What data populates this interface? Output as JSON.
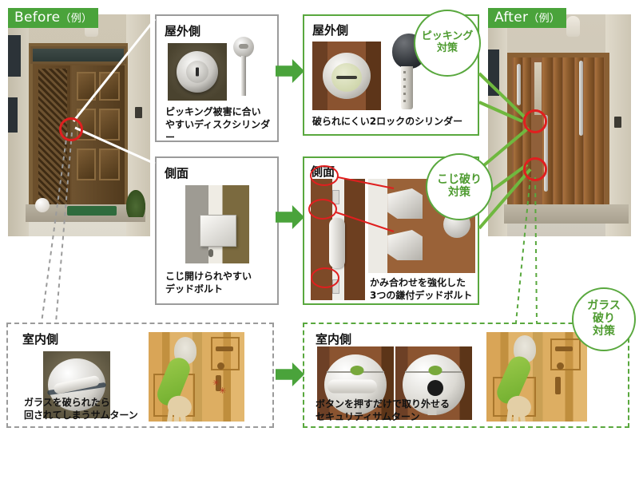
{
  "photos": {
    "before": {
      "label": "Before",
      "label_suffix": "（例）"
    },
    "after": {
      "label": "After",
      "label_suffix": "（例）"
    }
  },
  "before_cards": [
    {
      "id": "outdoor-side-before",
      "title": "屋外側",
      "caption_line1": "ピッキング被害に合い",
      "caption_line2": "やすいディスクシリンダー"
    },
    {
      "id": "side-face-before",
      "title": "側面",
      "caption_line1": "こじ開けられやすい",
      "caption_line2": "デッドボルト"
    }
  ],
  "after_cards": [
    {
      "id": "outdoor-side-after",
      "title": "屋外側",
      "caption_line1": "破られにくい2ロックのシリンダー",
      "caption_line2": ""
    },
    {
      "id": "side-face-after",
      "title": "側面",
      "caption_line1": "かみ合わせを強化した",
      "caption_line2": "3つの鎌付デッドボルト"
    }
  ],
  "bottom_before_card": {
    "id": "indoor-side-before",
    "title": "室内側",
    "caption_line1": "ガラスを破られたら",
    "caption_line2": "回されてしまうサムターン"
  },
  "bottom_after_card": {
    "id": "indoor-side-after",
    "title": "室内側",
    "caption_line1": "ボタンを押すだけで取り外せる",
    "caption_line2": "セキュリティサムターン"
  },
  "badges": [
    {
      "id": "picking",
      "line1": "ピッキング",
      "line2": "対策",
      "line3": ""
    },
    {
      "id": "prying",
      "line1": "こじ破り",
      "line2": "対策",
      "line3": ""
    },
    {
      "id": "glass",
      "line1": "ガラス",
      "line2": "破り",
      "line3": "対策"
    }
  ],
  "colors": {
    "green": "#4aa33b",
    "green_border": "#59a83e",
    "green_text": "#4e9b30",
    "gray_border": "#9b9b9b",
    "red_target": "#e01f1f"
  },
  "arrows": [
    {
      "id": "arrow-outdoor"
    },
    {
      "id": "arrow-side"
    },
    {
      "id": "arrow-indoor"
    }
  ]
}
